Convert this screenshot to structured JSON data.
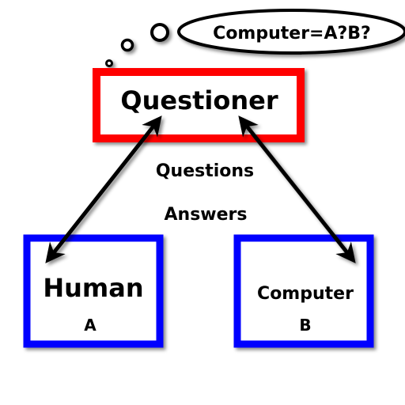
{
  "thought": "Computer=A?B?",
  "questioner": "Questioner",
  "questions_label": "Questions",
  "answers_label": "Answers",
  "human": {
    "name": "Human",
    "letter": "A"
  },
  "computer": {
    "name": "Computer",
    "letter": "B"
  },
  "colors": {
    "questioner_border": "#ff0000",
    "respondent_border": "#0000ff",
    "divider": "#666666",
    "arrow": "#000000"
  }
}
